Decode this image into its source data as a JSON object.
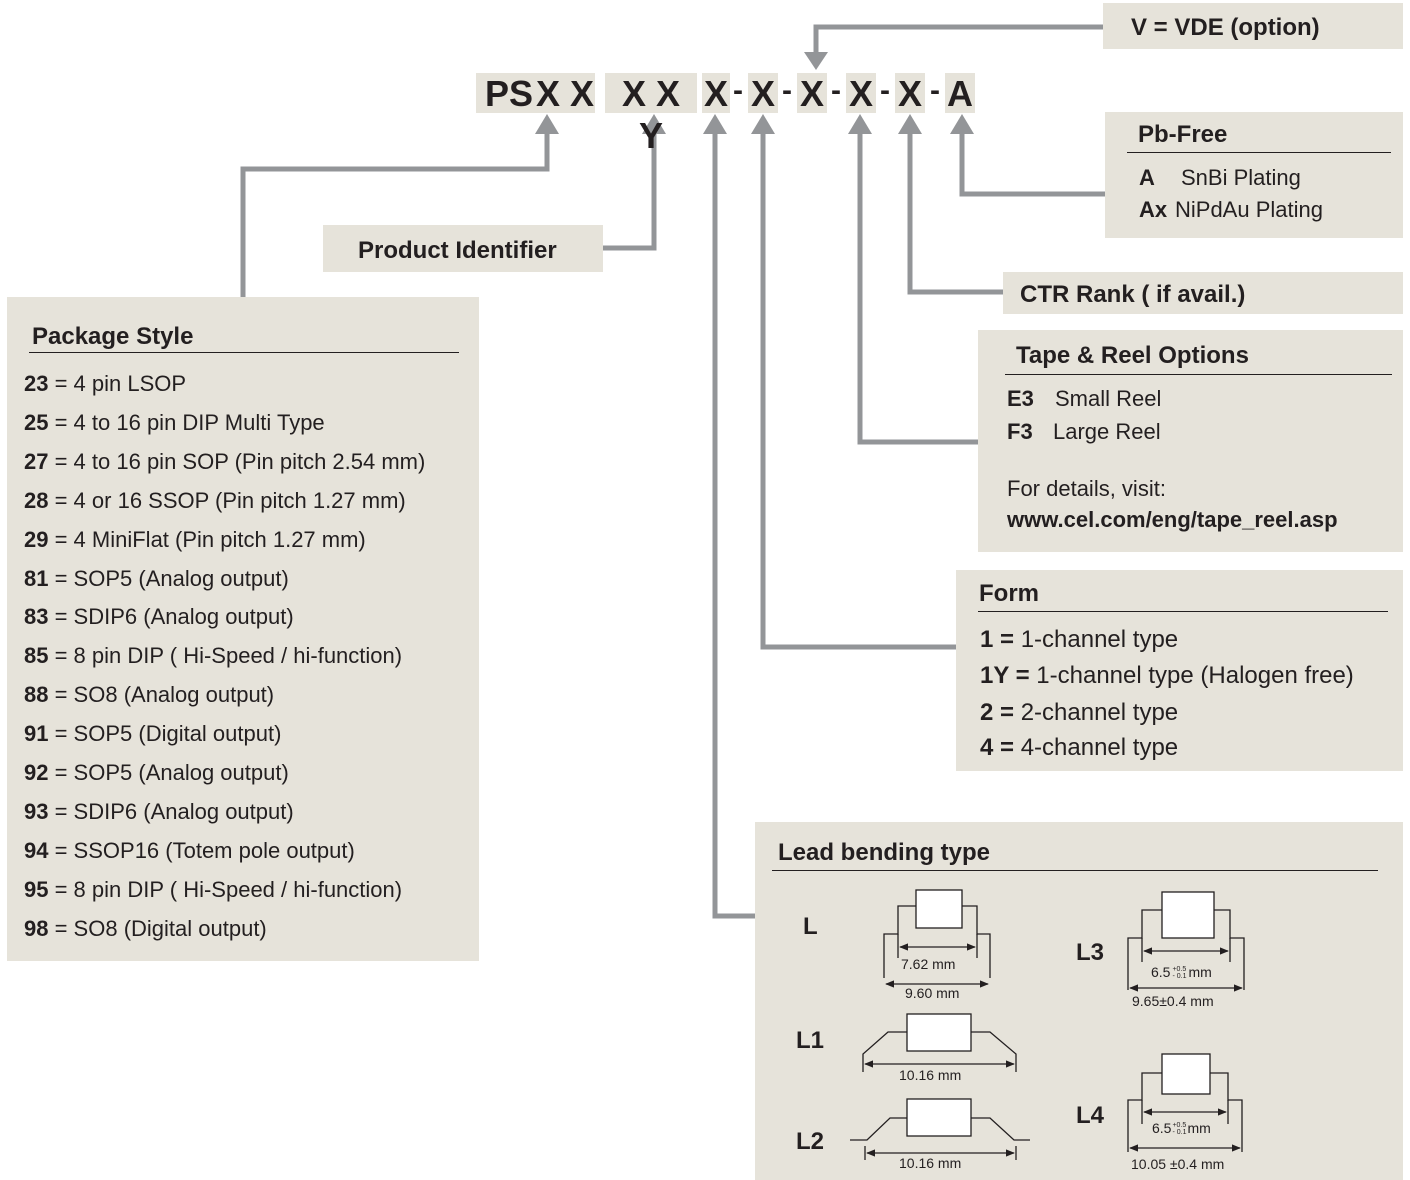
{
  "part_number": {
    "segments": [
      {
        "text": "PS",
        "x": 0
      },
      {
        "text": "X X"
      },
      {
        "text": "X X Y"
      },
      {
        "text": "X"
      },
      {
        "text": "X"
      },
      {
        "text": "X"
      },
      {
        "text": "X"
      },
      {
        "text": "X"
      },
      {
        "text": "A"
      }
    ],
    "dash": "-"
  },
  "vde": {
    "label": "V = VDE (option)"
  },
  "product_identifier": {
    "label": "Product Identifier"
  },
  "pb_free": {
    "title": "Pb-Free",
    "items": [
      {
        "code": "A",
        "desc": "SnBi Plating"
      },
      {
        "code": "Ax",
        "desc": "NiPdAu Plating"
      }
    ]
  },
  "ctr_rank": {
    "label": "CTR Rank ( if avail.)"
  },
  "tape_reel": {
    "title": "Tape & Reel Options",
    "items": [
      {
        "code": "E3",
        "desc": "Small Reel"
      },
      {
        "code": "F3",
        "desc": "Large Reel"
      }
    ],
    "details_text": "For details, visit:",
    "details_url": "www.cel.com/eng/tape_reel.asp"
  },
  "form": {
    "title": "Form",
    "items": [
      {
        "code": "1 =",
        "desc": "1-channel type"
      },
      {
        "code": "1Y =",
        "desc": "1-channel type (Halogen free)"
      },
      {
        "code": "2 =",
        "desc": "2-channel type"
      },
      {
        "code": "4 =",
        "desc": "4-channel type"
      }
    ]
  },
  "package_style": {
    "title": "Package Style",
    "items": [
      {
        "code": "23",
        "desc": " = 4 pin LSOP"
      },
      {
        "code": "25",
        "desc": " = 4 to 16 pin DIP Multi Type"
      },
      {
        "code": "27",
        "desc": " = 4 to 16 pin SOP (Pin pitch 2.54 mm)"
      },
      {
        "code": "28",
        "desc": " = 4 or 16 SSOP (Pin pitch 1.27 mm)"
      },
      {
        "code": "29",
        "desc": " = 4 MiniFlat (Pin pitch 1.27 mm)"
      },
      {
        "code": "81",
        "desc": " = SOP5 (Analog output)"
      },
      {
        "code": "83",
        "desc": " = SDIP6 (Analog output)"
      },
      {
        "code": "85",
        "desc": " = 8 pin DIP ( Hi-Speed / hi-function)"
      },
      {
        "code": "88",
        "desc": " = SO8 (Analog output)"
      },
      {
        "code": "91",
        "desc": " = SOP5 (Digital output)"
      },
      {
        "code": "92",
        "desc": " = SOP5 (Analog output)"
      },
      {
        "code": "93",
        "desc": " = SDIP6 (Analog output)"
      },
      {
        "code": "94",
        "desc": " = SSOP16 (Totem pole output)"
      },
      {
        "code": "95",
        "desc": " = 8 pin DIP ( Hi-Speed / hi-function)"
      },
      {
        "code": "98",
        "desc": " = SO8 (Digital output)"
      }
    ]
  },
  "lead_bending": {
    "title": "Lead bending type",
    "types": [
      {
        "label": "L",
        "inner": "7.62 mm",
        "outer": "9.60 mm"
      },
      {
        "label": "L1",
        "outer": "10.16 mm"
      },
      {
        "label": "L2",
        "outer": "10.16 mm"
      },
      {
        "label": "L3",
        "inner": "6.5",
        "inner_tol_plus": "+0.5",
        "inner_tol_minus": "- 0.1",
        "inner_unit": "mm",
        "outer": "9.65±0.4 mm"
      },
      {
        "label": "L4",
        "inner": "6.5",
        "inner_tol_plus": "+0.5",
        "inner_tol_minus": "- 0.1",
        "inner_unit": "mm",
        "outer": "10.05 ±0.4 mm"
      }
    ]
  },
  "colors": {
    "panel": "#e6e3da",
    "connector": "#939598",
    "text": "#231f20"
  }
}
